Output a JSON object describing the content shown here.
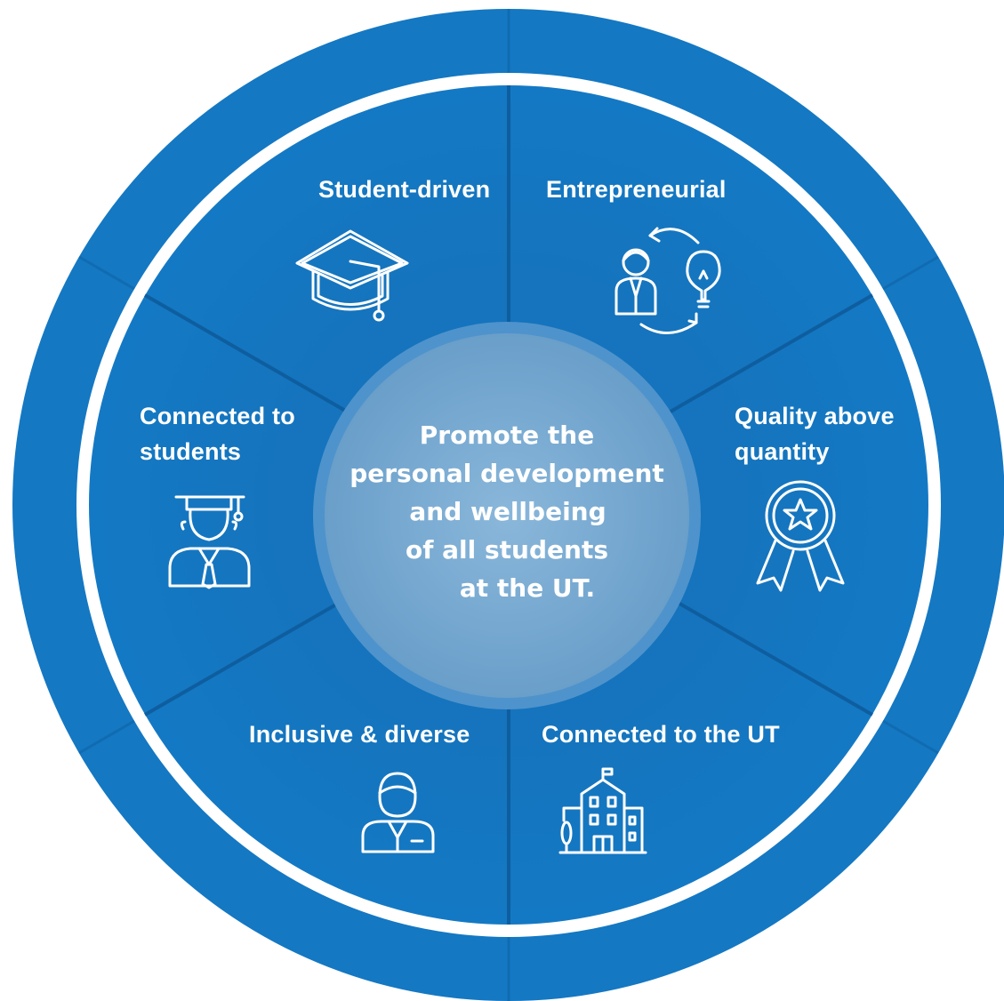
{
  "center": {
    "lines": [
      "Promote the",
      "personal development",
      "and wellbeing",
      "of all students",
      "at the UT."
    ]
  },
  "segments": [
    {
      "id": "student-driven",
      "lines": [
        "Student-driven"
      ],
      "icon": "graduation-cap-icon"
    },
    {
      "id": "entrepreneurial",
      "lines": [
        "Entrepreneurial"
      ],
      "icon": "person-lightbulb-cycle-icon"
    },
    {
      "id": "quality",
      "lines": [
        "Quality above",
        "quantity"
      ],
      "icon": "award-ribbon-icon"
    },
    {
      "id": "connected-ut",
      "lines": [
        "Connected to the UT"
      ],
      "icon": "university-building-icon"
    },
    {
      "id": "inclusive",
      "lines": [
        "Inclusive & diverse"
      ],
      "icon": "person-icon"
    },
    {
      "id": "connected-students",
      "lines": [
        "Connected to",
        "students"
      ],
      "icon": "graduate-student-icon"
    }
  ],
  "colors": {
    "outer_ring": "#1478c3",
    "separator": "#ffffff",
    "wheel": "#1479c4",
    "divider": "#0f62a5",
    "center_fill": "#79a9cf",
    "center_border": "#4f93cc",
    "text": "#ffffff"
  }
}
